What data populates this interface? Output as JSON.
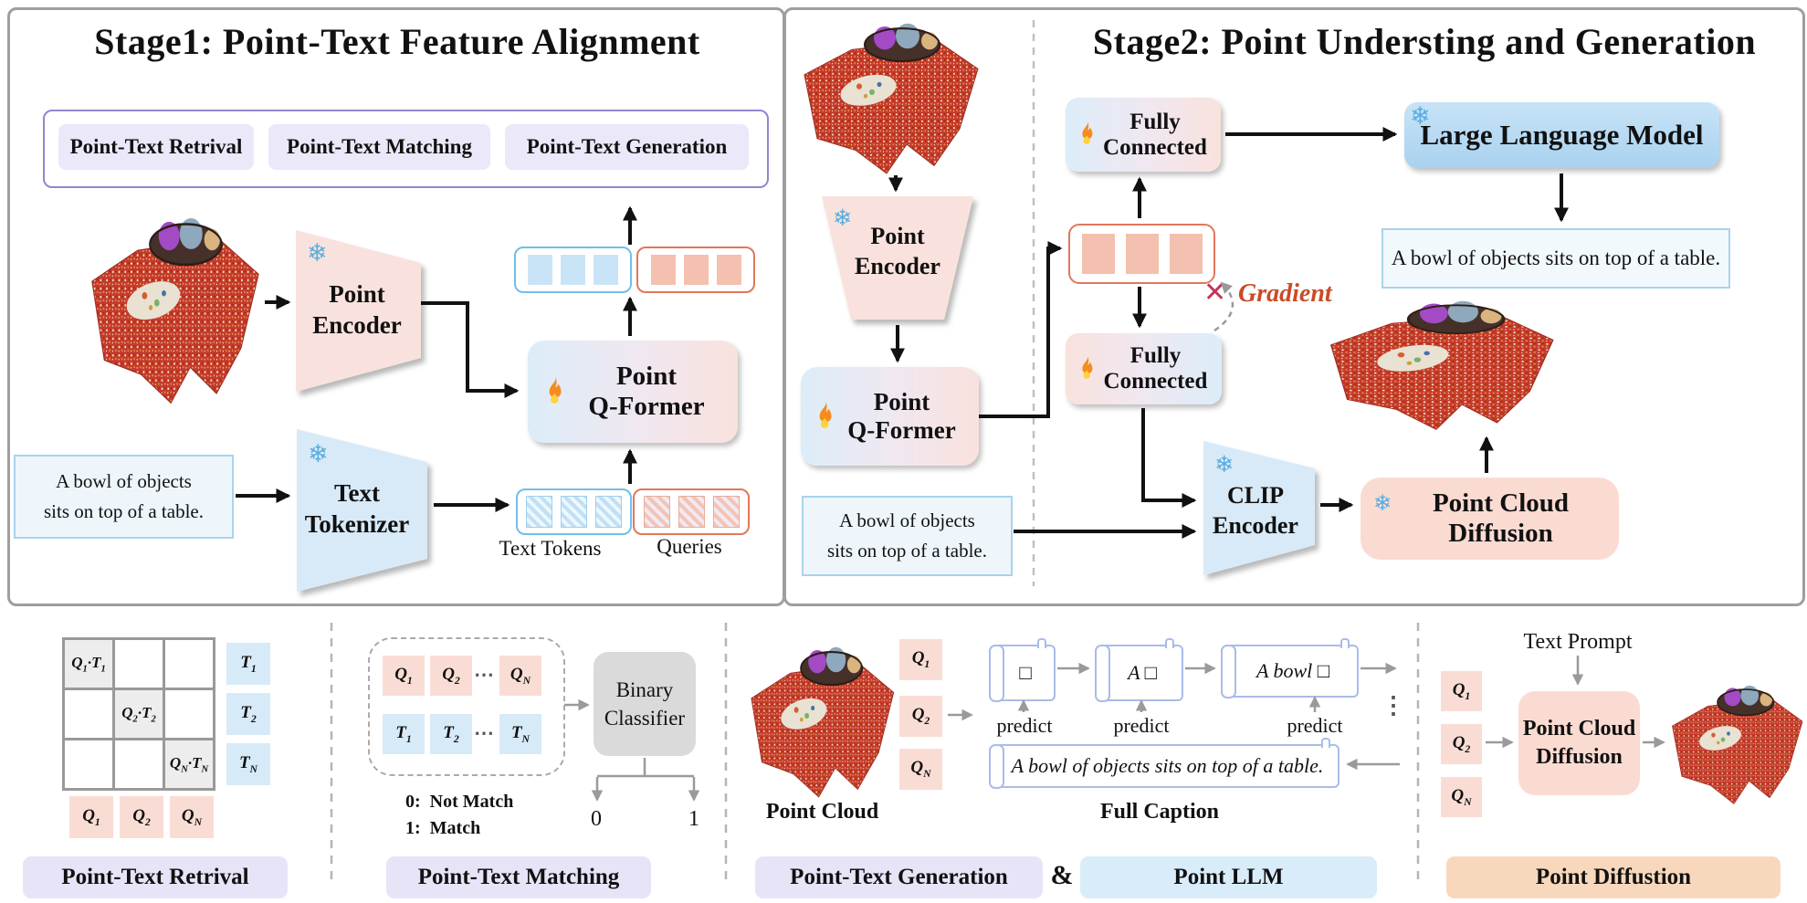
{
  "icons": {
    "snowflake": "❄",
    "cross": "✕",
    "hdots": "⋯",
    "vdots": "⋮",
    "empty_square": "□"
  },
  "colors": {
    "lavender_box": "#ebe8f9",
    "purple_border": "#8f88d0",
    "panel_border": "#9e9e9e",
    "pink_node": "#f9e2dd",
    "blue_node": "#d8eaf8",
    "salmon_token": "#f4c0af",
    "blue_token": "#c9e4f7",
    "blue_border": "#6fc0e8",
    "orange_border": "#e2775c",
    "llm_blue": "#b9dcf4",
    "diffusion_pink": "#fadbd2",
    "classifier_gray": "#dadada",
    "gradient_text": "#cb4a24",
    "cross_red": "#c2355b",
    "snowflake_blue": "#58aede",
    "peach_footer": "#f8d8bd",
    "bluefooter": "#d9ecf9"
  },
  "s1": {
    "title": "Stage1: Point-Text Feature Alignment",
    "tasks": [
      "Point-Text Retrival",
      "Point-Text Matching",
      "Point-Text Generation"
    ],
    "encoder": {
      "l1": "Point",
      "l2": "Encoder"
    },
    "tokenizer": {
      "l1": "Text",
      "l2": "Tokenizer"
    },
    "qformer": {
      "l1": "Point",
      "l2": "Q-Former"
    },
    "caption": {
      "l1": "A bowl of objects",
      "l2": "sits on top of a table."
    },
    "text_tokens": "Text Tokens",
    "queries": "Queries"
  },
  "s2": {
    "title": "Stage2: Point Understing and Generation",
    "encoder": {
      "l1": "Point",
      "l2": "Encoder"
    },
    "qformer": {
      "l1": "Point",
      "l2": "Q-Former"
    },
    "fc_top": {
      "l1": "Fully",
      "l2": "Connected"
    },
    "fc_bottom": {
      "l1": "Fully",
      "l2": "Connected"
    },
    "llm": "Large Language Model",
    "gradient": "Gradient",
    "caption_out": "A bowl of objects sits on top of a table.",
    "caption_in": {
      "l1": "A bowl of objects",
      "l2": "sits on top of a table."
    },
    "clip": {
      "l1": "CLIP",
      "l2": "Encoder"
    },
    "diffusion": "Point Cloud Diffusion"
  },
  "r": {
    "diag": [
      {
        "a": "Q",
        "as": "1",
        "dot": "·",
        "b": "T",
        "bs": "1"
      },
      {
        "a": "Q",
        "as": "2",
        "dot": "·",
        "b": "T",
        "bs": "2"
      },
      {
        "a": "Q",
        "as": "N",
        "dot": "·",
        "b": "T",
        "bs": "N"
      }
    ],
    "t": [
      {
        "base": "T",
        "sub": "1"
      },
      {
        "base": "T",
        "sub": "2"
      },
      {
        "base": "T",
        "sub": "N"
      }
    ],
    "q": [
      {
        "base": "Q",
        "sub": "1"
      },
      {
        "base": "Q",
        "sub": "2"
      },
      {
        "base": "Q",
        "sub": "N"
      }
    ],
    "footer": "Point-Text Retrival"
  },
  "m": {
    "q": [
      {
        "base": "Q",
        "sub": "1"
      },
      {
        "base": "Q",
        "sub": "2"
      },
      {
        "base": "Q",
        "sub": "N"
      }
    ],
    "t": [
      {
        "base": "T",
        "sub": "1"
      },
      {
        "base": "T",
        "sub": "2"
      },
      {
        "base": "T",
        "sub": "N"
      }
    ],
    "classifier": {
      "l1": "Binary",
      "l2": "Classifier"
    },
    "out0": "0",
    "out1": "1",
    "legend": [
      {
        "k": "0:",
        "v": "Not Match"
      },
      {
        "k": "1:",
        "v": "Match"
      }
    ],
    "footer": "Point-Text Matching"
  },
  "g": {
    "pc_label": "Point Cloud",
    "q": [
      {
        "base": "Q",
        "sub": "1"
      },
      {
        "base": "Q",
        "sub": "2"
      },
      {
        "base": "Q",
        "sub": "N"
      }
    ],
    "steps": [
      "□",
      "A □",
      "A bowl □"
    ],
    "predict": "predict",
    "full_caption": "A bowl of objects sits on top of a table.",
    "full_caption_label": "Full Caption",
    "footer": "Point-Text Generation",
    "amp": "&",
    "footer2": "Point LLM"
  },
  "d": {
    "prompt": "Text Prompt",
    "q": [
      {
        "base": "Q",
        "sub": "1"
      },
      {
        "base": "Q",
        "sub": "2"
      },
      {
        "base": "Q",
        "sub": "N"
      }
    ],
    "box": {
      "l1": "Point Cloud",
      "l2": "Diffusion"
    },
    "footer": "Point Diffustion"
  }
}
